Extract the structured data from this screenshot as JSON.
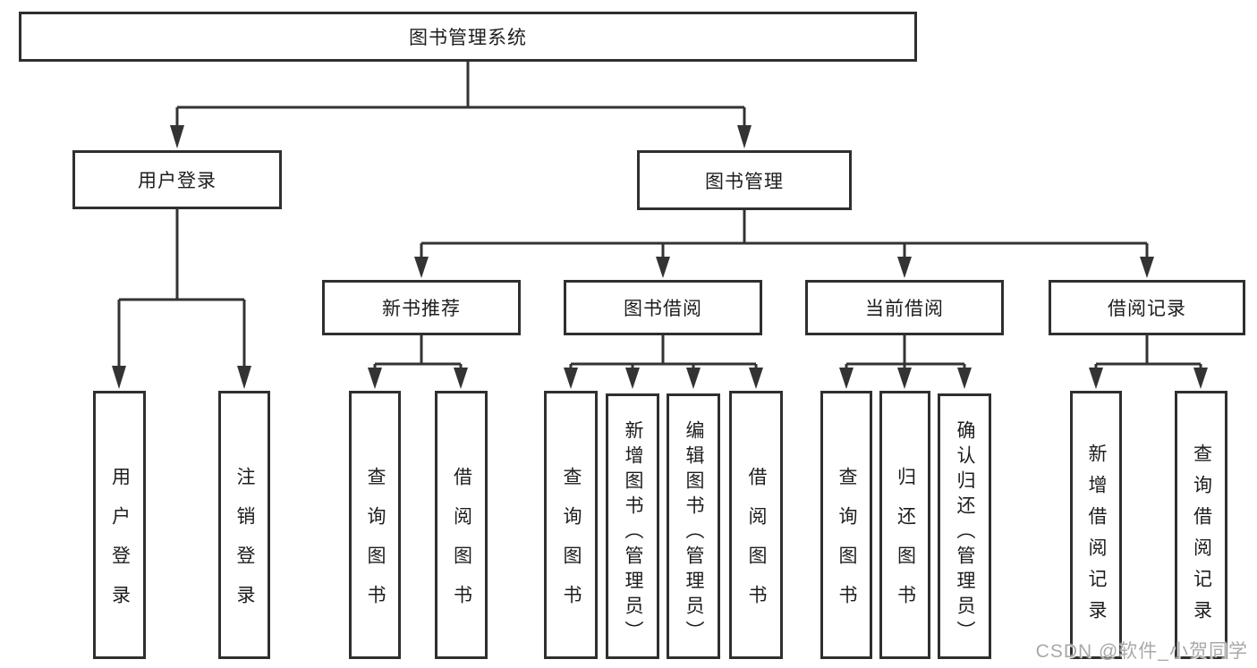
{
  "diagram_title": "图书管理系统",
  "watermark": "CSDN @软件_小贺同学",
  "colors": {
    "background": "#ffffff",
    "box_border": "#2f2f2f",
    "line": "#333333",
    "text": "#1d1d1d",
    "watermark": "#a9a9a9"
  },
  "nodes": {
    "root": "图书管理系统",
    "user_login": "用户登录",
    "book_management": "图书管理",
    "new_book_recommend": "新书推荐",
    "book_borrow": "图书借阅",
    "current_borrow": "当前借阅",
    "borrow_records": "借阅记录",
    "leaf_user_login": "用户登录",
    "leaf_logout_login": "注销登录",
    "leaf_nbr_query_books": "查询图书",
    "leaf_nbr_borrow_books": "借阅图书",
    "leaf_bb_query_books": "查询图书",
    "leaf_bb_add_books_admin": "新增图书（管理员）",
    "leaf_bb_edit_books_admin": "编辑图书（管理员）",
    "leaf_bb_borrow_books": "借阅图书",
    "leaf_cb_query_books": "查询图书",
    "leaf_cb_return_books": "归还图书",
    "leaf_cb_confirm_return_admin": "确认归还（管理员）",
    "leaf_br_add_record": "新增借阅记录",
    "leaf_br_query_record": "查询借阅记录"
  },
  "tree": {
    "label": "图书管理系统",
    "children": [
      {
        "label": "用户登录",
        "children": [
          {
            "label": "用户登录"
          },
          {
            "label": "注销登录"
          }
        ]
      },
      {
        "label": "图书管理",
        "children": [
          {
            "label": "新书推荐",
            "children": [
              {
                "label": "查询图书"
              },
              {
                "label": "借阅图书"
              }
            ]
          },
          {
            "label": "图书借阅",
            "children": [
              {
                "label": "查询图书"
              },
              {
                "label": "新增图书（管理员）"
              },
              {
                "label": "编辑图书（管理员）"
              },
              {
                "label": "借阅图书"
              }
            ]
          },
          {
            "label": "当前借阅",
            "children": [
              {
                "label": "查询图书"
              },
              {
                "label": "归还图书"
              },
              {
                "label": "确认归还（管理员）"
              }
            ]
          },
          {
            "label": "借阅记录",
            "children": [
              {
                "label": "新增借阅记录"
              },
              {
                "label": "查询借阅记录"
              }
            ]
          }
        ]
      }
    ]
  }
}
